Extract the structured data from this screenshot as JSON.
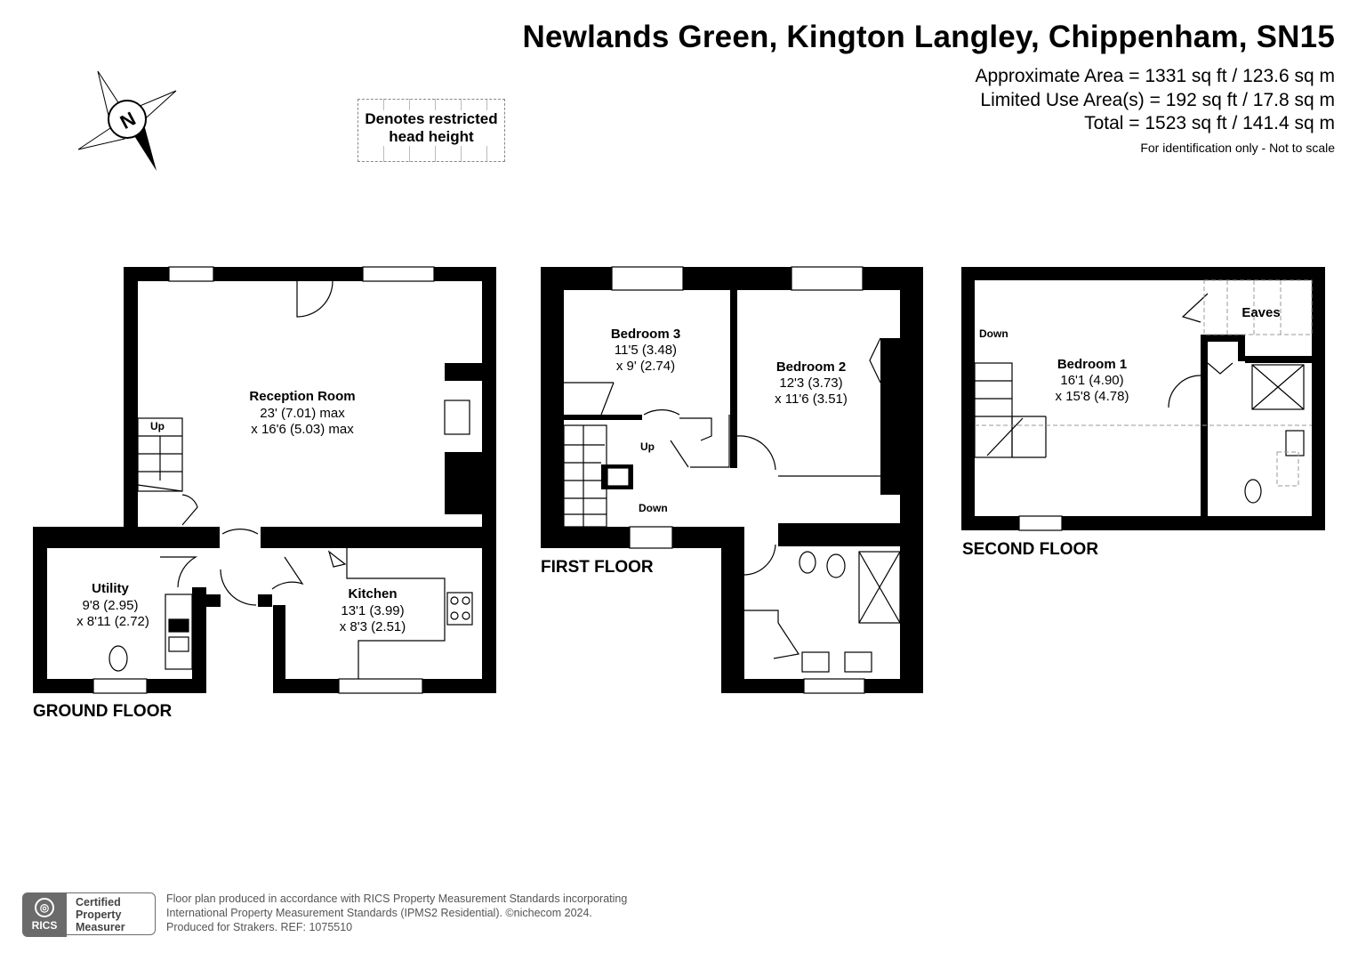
{
  "header": {
    "title": "Newlands Green, Kington Langley, Chippenham, SN15",
    "approx_area": "Approximate Area = 1331 sq ft / 123.6 sq m",
    "limited_area": "Limited Use Area(s) = 192 sq ft / 17.8 sq m",
    "total_area": "Total = 1523 sq ft / 141.4 sq m",
    "disclaimer": "For identification only - Not to scale"
  },
  "compass": {
    "letter": "N",
    "icon": "compass-north-icon"
  },
  "legend": {
    "line1": "Denotes restricted",
    "line2": "head height"
  },
  "floors": {
    "ground": {
      "label": "GROUND FLOOR",
      "reception": {
        "name": "Reception Room",
        "dim1": "23' (7.01) max",
        "dim2": "x 16'6 (5.03) max"
      },
      "utility": {
        "name": "Utility",
        "dim1": "9'8 (2.95)",
        "dim2": "x 8'11 (2.72)"
      },
      "kitchen": {
        "name": "Kitchen",
        "dim1": "13'1 (3.99)",
        "dim2": "x 8'3 (2.51)"
      },
      "stairs": "Up"
    },
    "first": {
      "label": "FIRST FLOOR",
      "bedroom3": {
        "name": "Bedroom 3",
        "dim1": "11'5 (3.48)",
        "dim2": "x 9' (2.74)"
      },
      "bedroom2": {
        "name": "Bedroom 2",
        "dim1": "12'3 (3.73)",
        "dim2": "x 11'6 (3.51)"
      },
      "stairs_up": "Up",
      "stairs_down": "Down"
    },
    "second": {
      "label": "SECOND FLOOR",
      "bedroom1": {
        "name": "Bedroom 1",
        "dim1": "16'1 (4.90)",
        "dim2": "x 15'8 (4.78)"
      },
      "eaves": "Eaves",
      "stairs_down": "Down"
    }
  },
  "footer": {
    "line1": "Floor plan produced in accordance with RICS Property Measurement Standards incorporating",
    "line2": "International Property Measurement Standards (IPMS2 Residential).  ©nichecom 2024.",
    "line3": "Produced for Strakers.   REF:  1075510",
    "badge_org": "RICS",
    "badge_line1": "Certified",
    "badge_line2": "Property",
    "badge_line3": "Measurer"
  },
  "colors": {
    "wall": "#000000",
    "restricted_line": "#9a9a9a",
    "badge": "#6b6b6b"
  }
}
